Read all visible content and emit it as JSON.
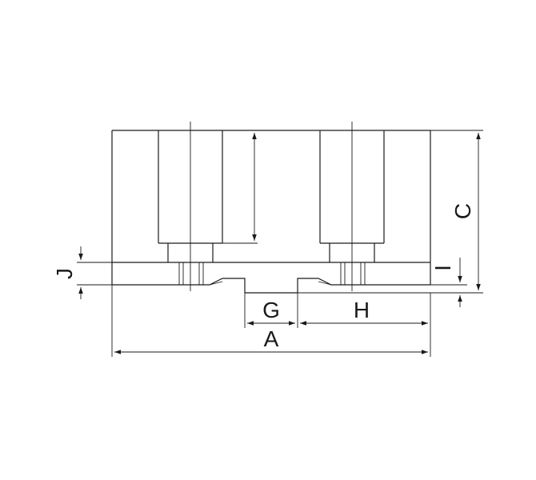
{
  "dimensions": {
    "a": "A",
    "c": "C",
    "g": "G",
    "h": "H",
    "i": "I",
    "j": "J"
  }
}
